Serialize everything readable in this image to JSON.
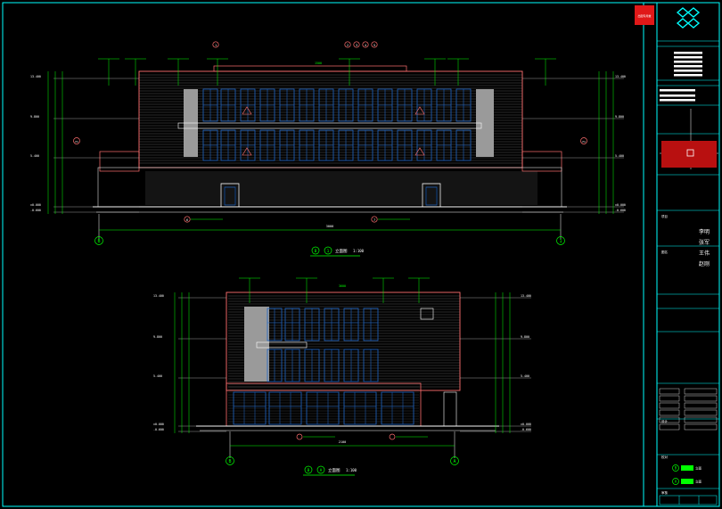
{
  "drawing": {
    "elevation_top": {
      "axis_left": "B",
      "axis_right": "1",
      "caption_axis_from": "B",
      "caption_axis_to": "1",
      "caption_text": "立面图",
      "scale": "1:100",
      "overall_dim": "3000",
      "roof_dim": "1500",
      "levels_left": [
        "13.400",
        "9.800",
        "5.400",
        "±0.000",
        "-0.600"
      ],
      "levels_right": [
        "13.400",
        "9.800",
        "5.400",
        "±0.000",
        "-0.600"
      ],
      "level_tags": [
        "(5)",
        "(3)",
        "(2)",
        "(1)"
      ],
      "tag_groups": [
        {
          "nums": [
            "1"
          ]
        },
        {
          "nums": [
            "2",
            "3",
            "4",
            "5"
          ]
        },
        {
          "nums": [
            "6"
          ]
        },
        {
          "nums": [
            "7"
          ]
        }
      ]
    },
    "elevation_bottom": {
      "axis_left": "B",
      "axis_right": "A",
      "caption_axis_from": "B",
      "caption_axis_to": "A",
      "caption_text": "立面图",
      "scale": "1:100",
      "overall_dim": "2100",
      "roof_dim": "3600",
      "levels_left": [
        "13.400",
        "9.800",
        "5.400",
        "±0.000",
        "-0.600"
      ],
      "levels_right": [
        "13.400",
        "9.800",
        "5.400",
        "±0.000",
        "-0.600"
      ]
    }
  },
  "title_block": {
    "stamp_text": "出图专用章",
    "section_labels": [
      "项目",
      "图名",
      "设计",
      "校对",
      "审核",
      "审定"
    ],
    "signatures": [
      "李明",
      "张军",
      "王伟",
      "赵刚"
    ],
    "legend": [
      {
        "key": "B",
        "text": "立面"
      },
      {
        "key": "A",
        "text": "立面"
      }
    ]
  },
  "colors": {
    "background": "#000000",
    "frame": "#00ffff",
    "building_outline": "#ff6f6f",
    "glazing": "#1e66c8",
    "dimension": "#00ff00",
    "text": "#ffffff",
    "stamp": "#e01818",
    "fill_grey": "#9a9a9a"
  }
}
